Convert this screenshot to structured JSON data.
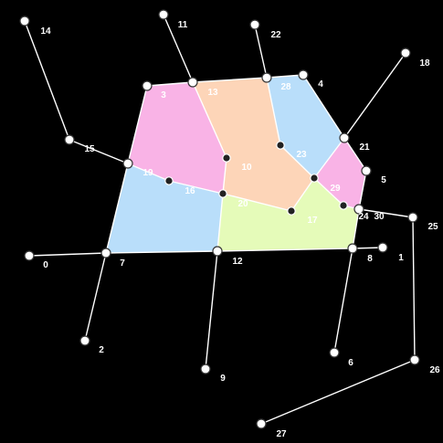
{
  "colors": {
    "background": "#000000",
    "edge": "#ffffff",
    "pink": "#f9b3e6",
    "peach": "#fdd5b8",
    "blue": "#b9defa",
    "lime": "#e5fbb9"
  },
  "faces": [
    {
      "name": "face-pink-left",
      "color": "pink"
    },
    {
      "name": "face-peach-center",
      "color": "peach"
    },
    {
      "name": "face-blue-top",
      "color": "blue"
    },
    {
      "name": "face-pink-right",
      "color": "pink"
    },
    {
      "name": "face-blue-left",
      "color": "blue"
    },
    {
      "name": "face-lime-bottom",
      "color": "lime"
    }
  ],
  "nodes": [
    {
      "label": "0",
      "type": "open"
    },
    {
      "label": "1",
      "type": "open"
    },
    {
      "label": "2",
      "type": "open"
    },
    {
      "label": "3",
      "type": "open"
    },
    {
      "label": "4",
      "type": "open"
    },
    {
      "label": "5",
      "type": "open"
    },
    {
      "label": "6",
      "type": "open"
    },
    {
      "label": "7",
      "type": "open"
    },
    {
      "label": "8",
      "type": "open"
    },
    {
      "label": "9",
      "type": "open"
    },
    {
      "label": "10",
      "type": "filled"
    },
    {
      "label": "11",
      "type": "open"
    },
    {
      "label": "12",
      "type": "open"
    },
    {
      "label": "13",
      "type": "open"
    },
    {
      "label": "14",
      "type": "open"
    },
    {
      "label": "15",
      "type": "open"
    },
    {
      "label": "16",
      "type": "filled"
    },
    {
      "label": "17",
      "type": "filled"
    },
    {
      "label": "18",
      "type": "open"
    },
    {
      "label": "19",
      "type": "open"
    },
    {
      "label": "20",
      "type": "filled"
    },
    {
      "label": "21",
      "type": "open"
    },
    {
      "label": "22",
      "type": "open"
    },
    {
      "label": "23",
      "type": "filled"
    },
    {
      "label": "24",
      "type": "open"
    },
    {
      "label": "25",
      "type": "open"
    },
    {
      "label": "26",
      "type": "open"
    },
    {
      "label": "27",
      "type": "open"
    },
    {
      "label": "28",
      "type": "open"
    },
    {
      "label": "29",
      "type": "filled"
    },
    {
      "label": "30",
      "type": "filled"
    }
  ]
}
